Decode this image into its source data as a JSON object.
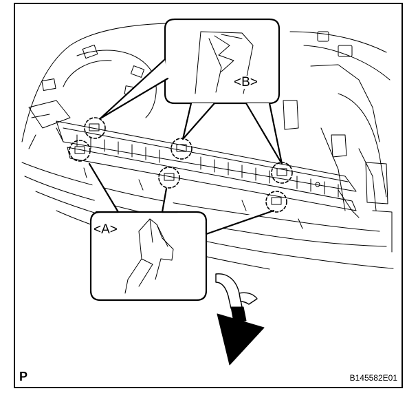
{
  "callouts": {
    "a_label": "<A>",
    "b_label": "<B>"
  },
  "corner_letter": "P",
  "figure_number": "B145582E01",
  "colors": {
    "ink": "#000000",
    "paper": "#ffffff"
  },
  "icons": {
    "arrow": "removal-direction-arrow-icon"
  }
}
